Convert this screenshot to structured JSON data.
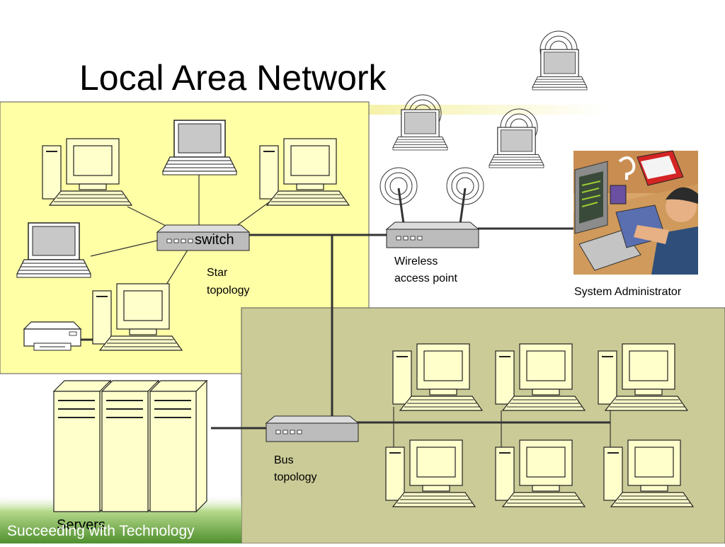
{
  "slide": {
    "title": "Local Area Network",
    "footer": "Succeeding with Technology"
  },
  "labels": {
    "switch": "switch",
    "star_line1": "Star",
    "star_line2": "topology",
    "wireless_line1": "Wireless",
    "wireless_line2": "access point",
    "sysadmin": "System Administrator",
    "bus_line1": "Bus",
    "bus_line2": "topology",
    "servers": "Servers"
  },
  "colors": {
    "star_panel": "#ffffa6",
    "bus_panel": "#cbcb97",
    "device_face": "#ffffcc",
    "screen": "#c8c8c8",
    "hub_body": "#bcbcbc",
    "cable": "#333333",
    "footer_green": "#7ab648"
  }
}
